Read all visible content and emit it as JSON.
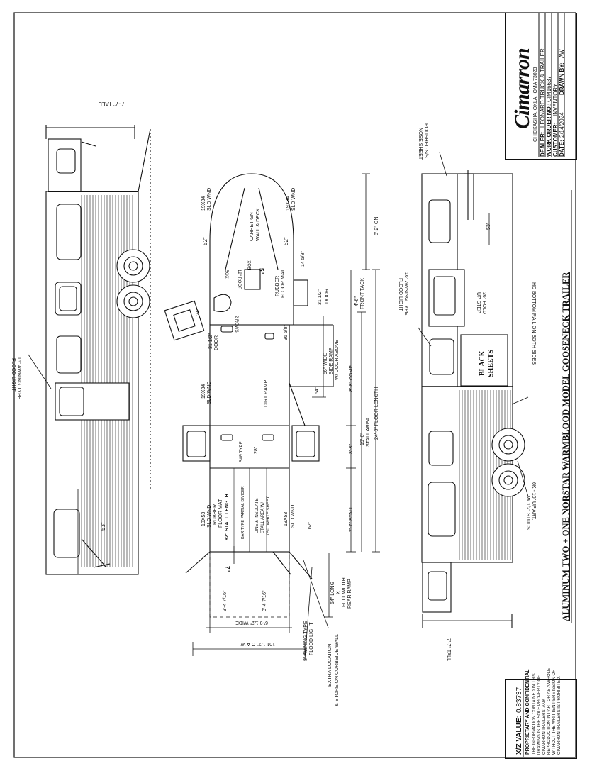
{
  "title_block": {
    "brand": "Cimarron",
    "location": "CHICKASHA, OKLAHOMA 73023",
    "dealer_label": "DEALER:",
    "dealer": "LEONARD TRUCK & TRAILER",
    "work_order_label": "WORK ORDER NO.:",
    "work_order": "CIM16637",
    "customer_label": "CUSTOMER:",
    "customer": "INVENTORY",
    "date_label": "DATE:",
    "date": "2/14/2024",
    "drawn_by_label": "DRAWN BY:",
    "drawn_by": "AW"
  },
  "drawing_title": "ALUMINUM TWO + ONE NORSTAR WARMBLOOD MODEL GOOSENECK TRAILER",
  "legal": {
    "xz_label": "X/Z VALUE:",
    "xz_value": "0.83737",
    "heading": "PROPRIETARY AND CONFIDENTIAL",
    "line1": "THE INFORMATION CONTAINED IN THIS",
    "line2": "DRAWING IS THE SOLE PROPERTY OF",
    "line3": "CIMARRON TRAILERS. ANY",
    "line4": "REPRODUCTION IN PART OR AS A WHOLE",
    "line5": "WITHOUT THE WRITTEN PERMISSION OF",
    "line6": "CIMARRON TRAILERS IS PROHIBITED."
  },
  "left_view": {
    "tall": "7'-7\" TALL",
    "dim53": "53\"",
    "awning_line1": "16\" AWNING TYPE",
    "awning_line2": "FLOOD LIGHT"
  },
  "plan_view": {
    "sld_wnd_1": "19X34",
    "sld_wnd_1b": "SLD WND",
    "sld_wnd_2": "19X34",
    "sld_wnd_2b": "SLD WND",
    "dim52_a": "52\"",
    "dim52_b": "52\"",
    "carpet_1": "CARPET GN",
    "carpet_2": "WALL & DECK",
    "box_1": "BOX",
    "box_2": "12\" ROOF",
    "box_3": "BOX",
    "dim5": "5\"",
    "dim14": "14 5/8\"",
    "rubber_mat_1": "RUBBER",
    "rubber_mat_2": "FLOOR MAT",
    "door_dim": "31 1/2\"",
    "door_label": "DOOR",
    "front_tack_1": "4'-6\"",
    "front_tack_2": "FRONT TACK",
    "gn_dim": "8'-2\" GN",
    "rows": "2 ROWS",
    "dim24": "24\"",
    "door2_dim": "31 1/2\"",
    "door2_label": "DOOR",
    "dim36": "36 5/8\"",
    "ramp_1": "56\" WIDE",
    "ramp_2": "SIDE RAMP",
    "ramp_3": "W/ DOOR ABOVE",
    "comp": "8'-8\" COMP",
    "dim54": "54\"",
    "sld_wnd_3": "19X34",
    "sld_wnd_3b": "SLD WND",
    "dirt_ramp": "DIRT RAMP",
    "stall_area_1": "19'-6\"",
    "stall_area_2": "STALL AREA",
    "floor_length": "24'-0\" FLOOR LENGTH",
    "bar_type": "BAR TYPE",
    "dim28": "28\"",
    "dim33": "3'-3\"",
    "stall_77": "7'-7\" STALL",
    "rubber_mat_3": "RUBBER",
    "rubber_mat_4": "FLOOR MAT",
    "stall_len": "82\" STALL LENGTH",
    "divider": "BAR TYPE PARTIAL DIVIDER",
    "line_1": "LINE & INSULATE",
    "line_2": "STALL AREA W/",
    "line_3": ".050\" WHITE SHEET",
    "sld_wnd_4": "19X53",
    "sld_wnd_4b": "SLD WND",
    "sld_wnd_5": "19X53",
    "sld_wnd_5b": "SLD WND",
    "dim62": "62\"",
    "dim7": "7\"",
    "dim34a": "3'-4 7/16\"",
    "dim34b": "3'-4 7/16\"",
    "wide": "6'-9 1/2\" WIDE",
    "oaw": "101 1/2\" O.A.W.",
    "rear_ramp_1": "54\" LONG",
    "rear_ramp_2": "X",
    "rear_ramp_3": "FULL WIDTH",
    "rear_ramp_4": "REAR RAMP",
    "flood_1": "8\" AWNING TYPE",
    "flood_2": "FLOOD LIGHT",
    "extra_1": "EXTRA LOCATION",
    "extra_2": "& STORE ON CURBSIDE WALL"
  },
  "right_view": {
    "nose_1": "POLISHED S/S",
    "nose_2": "NOSE SHEET",
    "dim53": "53\"",
    "fold_1": "36\" FOLD",
    "fold_2": "UP STEP",
    "awning_1": "16\" AWNING TYPE",
    "awning_2": "FLOOD LIGHT",
    "black_1": "BLACK",
    "black_2": "SHEETS",
    "hd_rail": "HD BOTTOM RAIL ON BOTH SIDES",
    "axle_1": "6K - 10\" UP ART.",
    "axle_2": "w/ 1/2\" STUDS",
    "tall": "7'-7\" TALL"
  }
}
